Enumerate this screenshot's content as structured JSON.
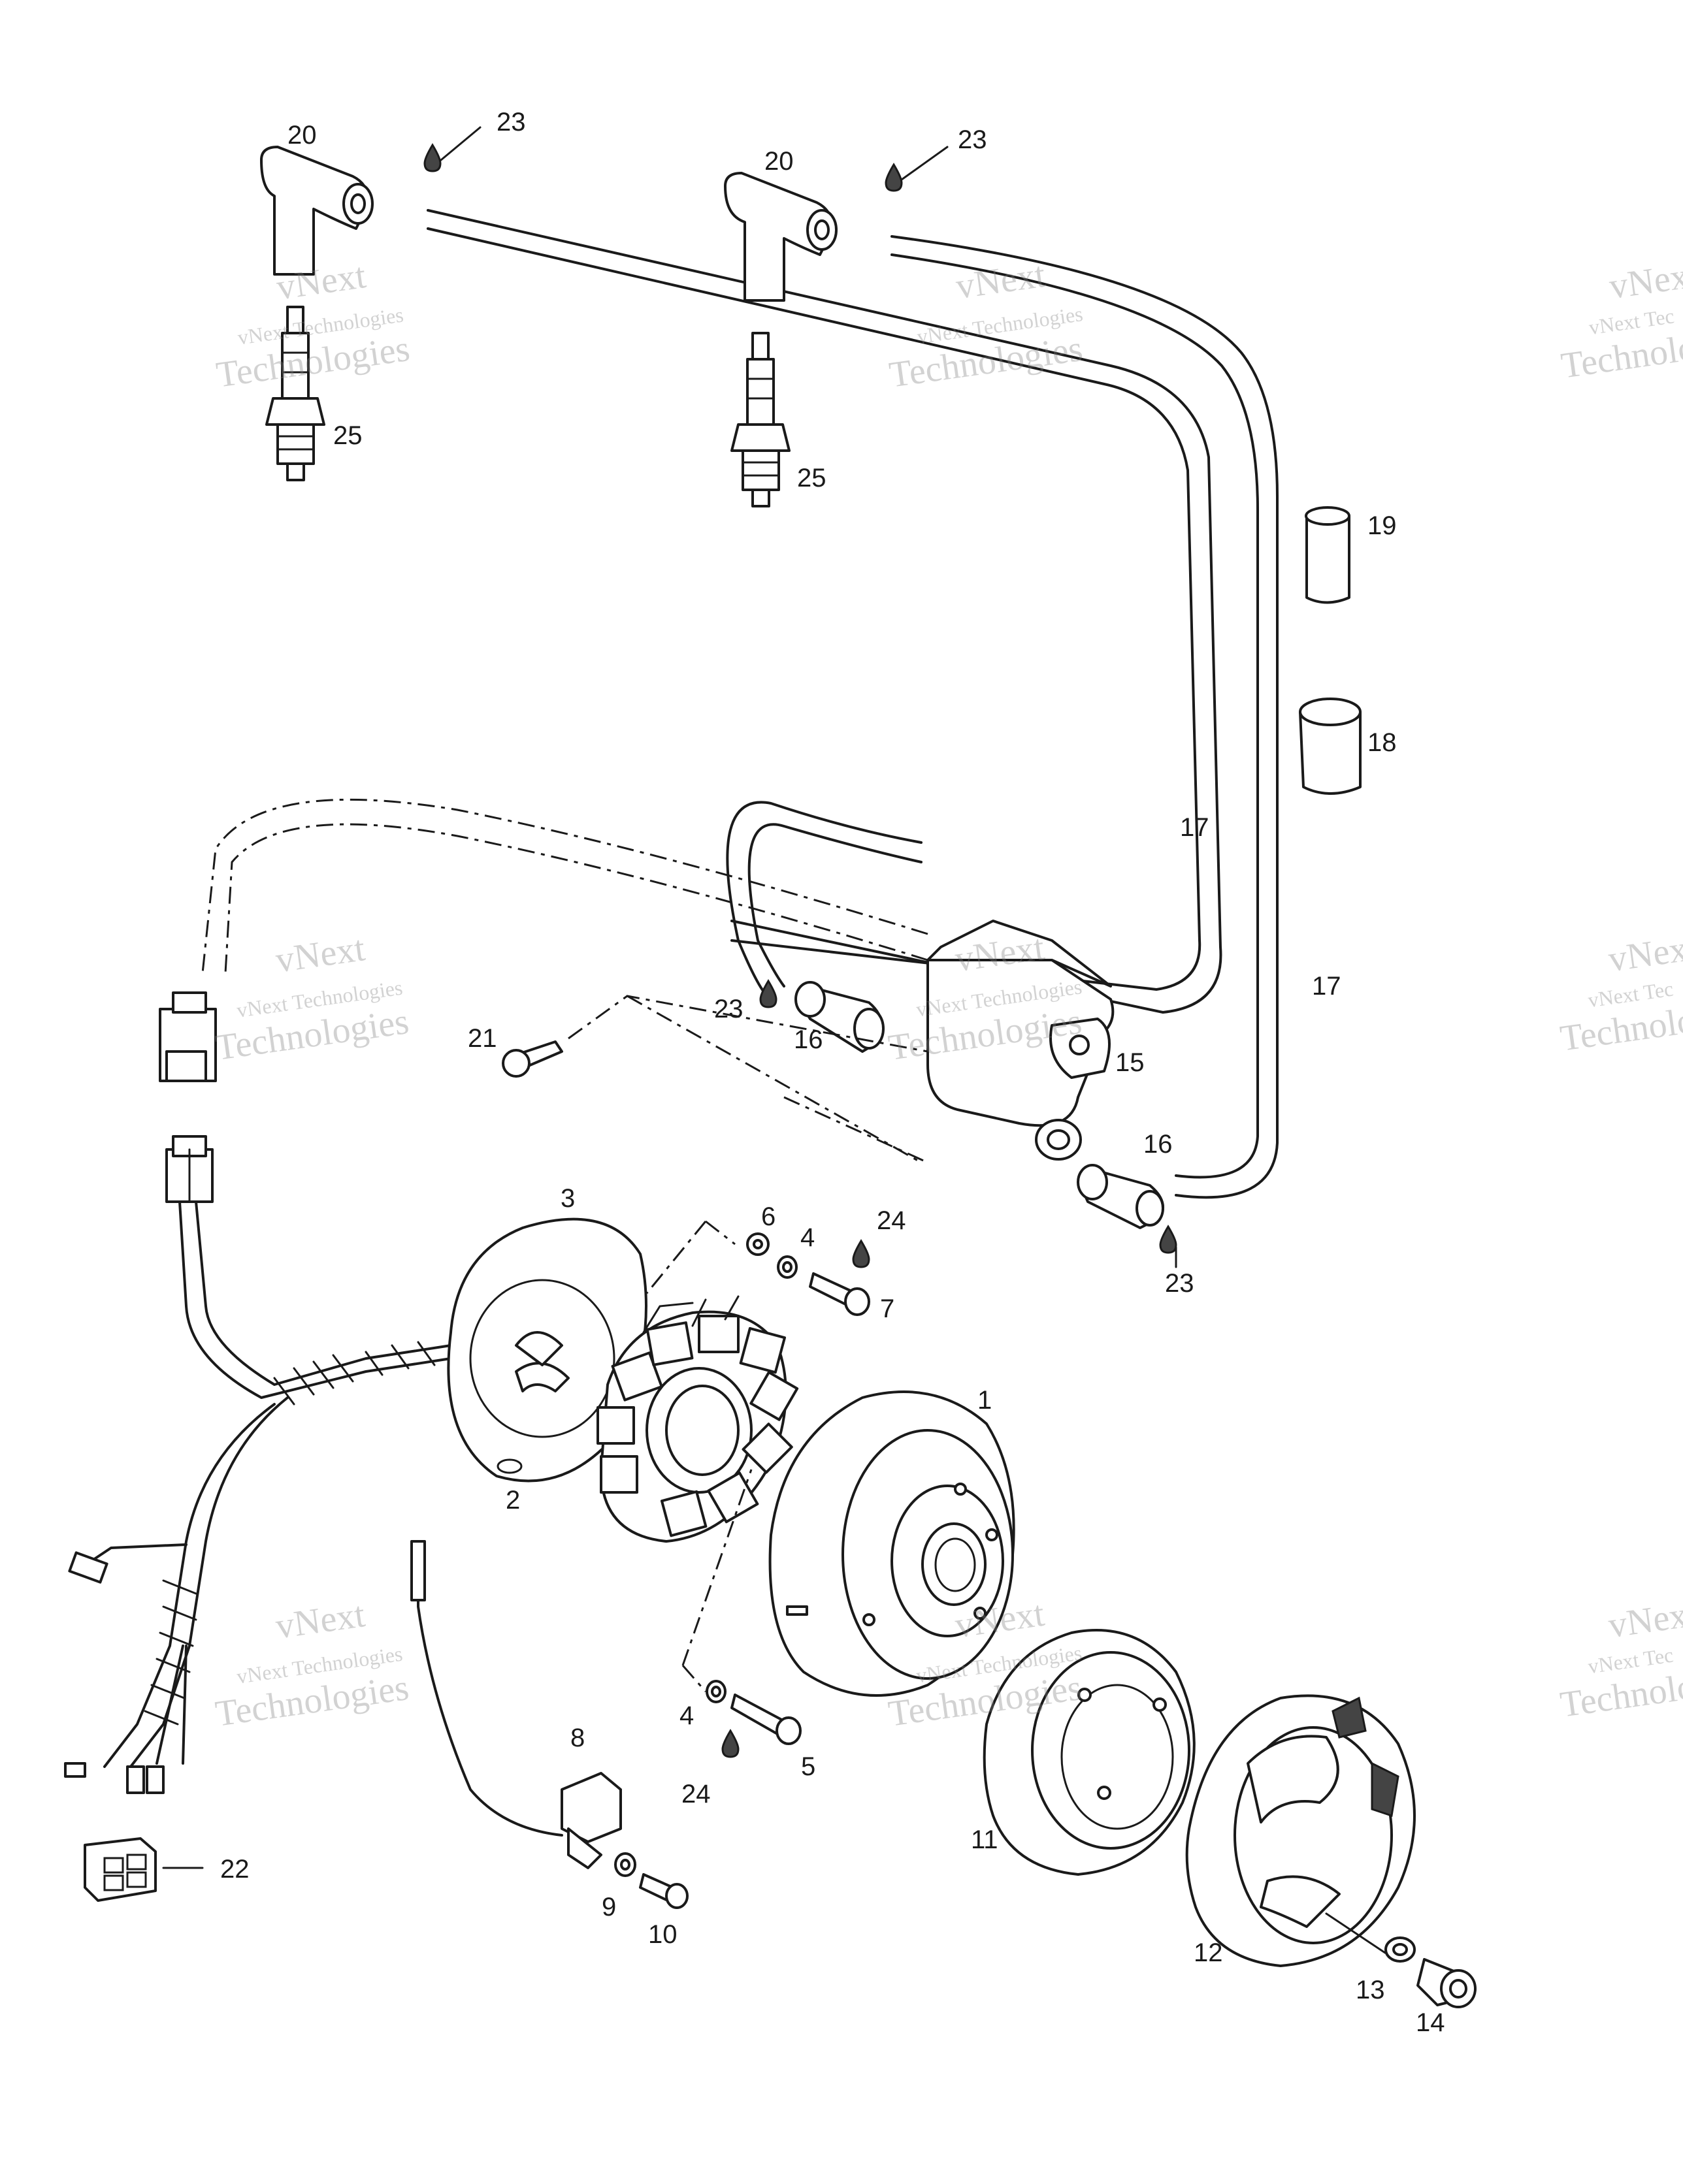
{
  "watermark": {
    "line1": "vNext",
    "line2": "vNext Technologies",
    "line3": "Technologies",
    "line2_clipped": "vNext Tec",
    "line3_clipped": "Technolo"
  },
  "callouts": {
    "n1": "1",
    "n2": "2",
    "n3": "3",
    "n4": "4",
    "n5": "5",
    "n6": "6",
    "n7": "7",
    "n8": "8",
    "n9": "9",
    "n10": "10",
    "n11": "11",
    "n12": "12",
    "n13": "13",
    "n14": "14",
    "n15": "15",
    "n16": "16",
    "n17": "17",
    "n18": "18",
    "n19": "19",
    "n20": "20",
    "n21": "21",
    "n22": "22",
    "n23": "23",
    "n24": "24",
    "n25": "25"
  }
}
